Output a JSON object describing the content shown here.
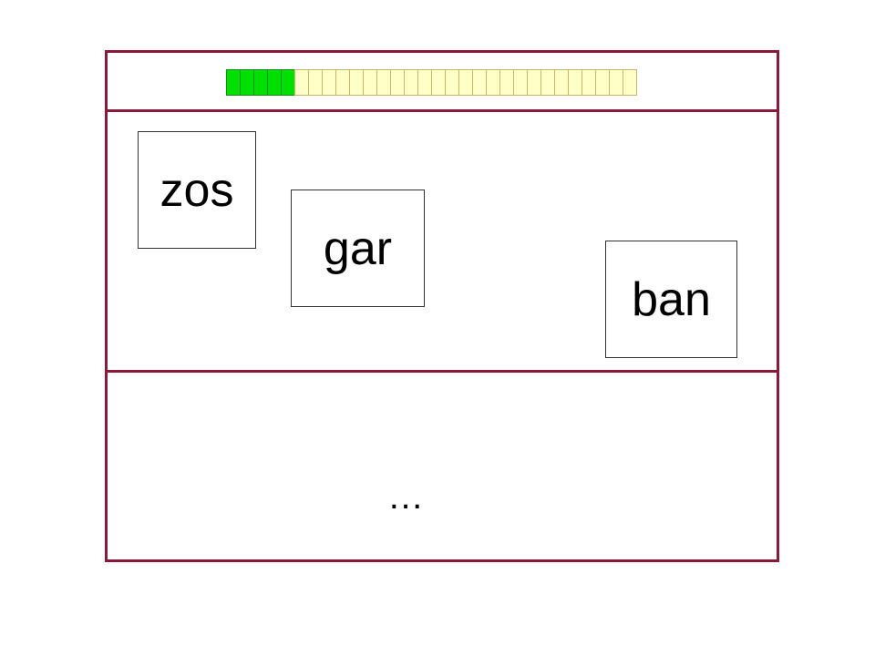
{
  "progress": {
    "total_segments": 30,
    "completed_segments": 5,
    "colors": {
      "done": "#00e000",
      "pending": "#ffffc8"
    }
  },
  "cards": [
    {
      "label": "zos"
    },
    {
      "label": "gar"
    },
    {
      "label": "ban"
    }
  ],
  "answer": {
    "text": "…"
  },
  "colors": {
    "frame": "#8b1a3a"
  }
}
